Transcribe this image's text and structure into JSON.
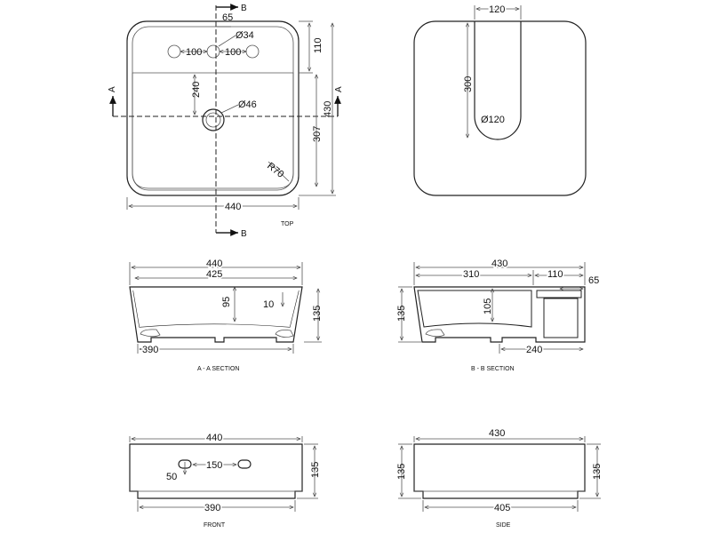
{
  "views": {
    "top": "TOP",
    "aa": "A - A SECTION",
    "bb": "B - B SECTION",
    "front": "FRONT",
    "side": "SIDE"
  },
  "section_markers": {
    "a": "A",
    "b": "B"
  },
  "top_dims": {
    "d65": "65",
    "tap_dia": "Ø34",
    "tap_left": "100",
    "tap_right": "100",
    "d110": "110",
    "d240": "240",
    "waste_dia": "Ø46",
    "d430": "430",
    "d307": "307",
    "radius": "R70",
    "d440": "440"
  },
  "bottom_view_dims": {
    "d120": "120",
    "d300": "300",
    "dia120": "Ø120"
  },
  "aa_dims": {
    "d440": "440",
    "d425": "425",
    "d95": "95",
    "d10": "10",
    "d135": "135",
    "d390": "390"
  },
  "bb_dims": {
    "d430": "430",
    "d310": "310",
    "d110": "110",
    "d65": "65",
    "d105": "105",
    "d135": "135",
    "d240": "240"
  },
  "front_dims": {
    "d440": "440",
    "d150": "150",
    "d50": "50",
    "d135": "135",
    "d390": "390"
  },
  "side_dims": {
    "d430": "430",
    "d135l": "135",
    "d135r": "135",
    "d405": "405"
  }
}
